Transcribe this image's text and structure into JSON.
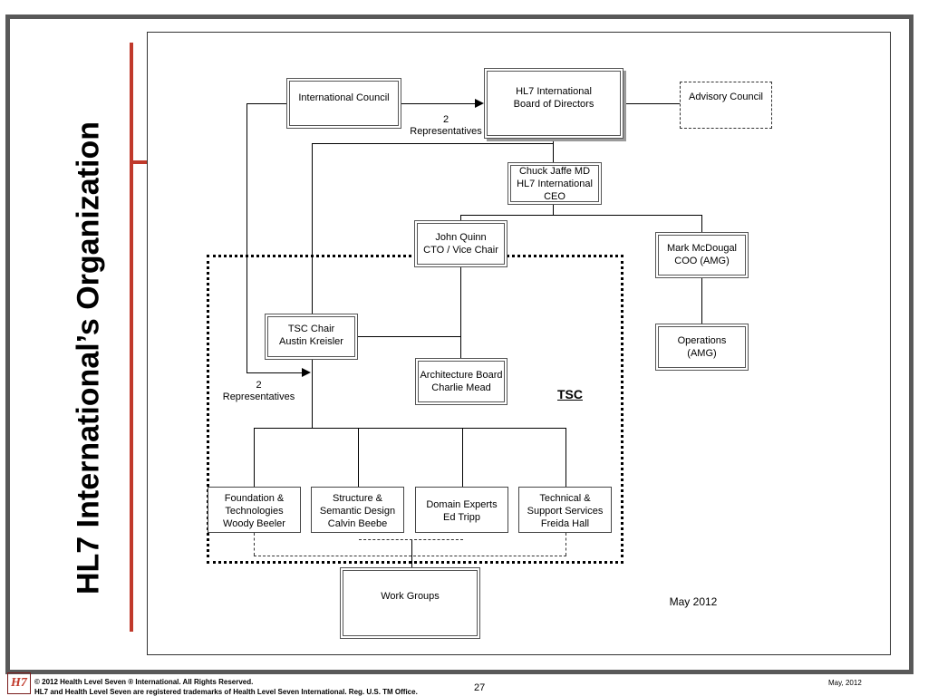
{
  "slide": {
    "title": "HL7 International’s Organization",
    "page_number": "27",
    "date_footer": "May, 2012",
    "chart_date": "May 2012",
    "accent_color": "#c0392b",
    "logo": {
      "name": "hl7-logo-icon",
      "text": "H7"
    }
  },
  "footer": {
    "line1": "© 2012 Health Level Seven ® International. All Rights Reserved.",
    "line2": "HL7 and Health Level Seven are registered trademarks of Health Level Seven International. Reg. U.S. TM Office."
  },
  "org": {
    "international_council": "International Council",
    "board": {
      "line1": "HL7 International",
      "line2": "Board of Directors"
    },
    "advisory_council": "Advisory Council",
    "representatives_top": {
      "count": "2",
      "label": "Representatives"
    },
    "ceo": {
      "line1": "Chuck Jaffe MD",
      "line2": "HL7 International",
      "line3": "CEO"
    },
    "cto": {
      "line1": "John Quinn",
      "line2": "CTO / Vice Chair"
    },
    "coo": {
      "line1": "Mark McDougal",
      "line2": "COO (AMG)"
    },
    "operations": {
      "line1": "Operations",
      "line2": "(AMG)"
    },
    "tsc_chair": {
      "line1": "TSC Chair",
      "line2": "Austin Kreisler"
    },
    "arch_board": {
      "line1": "Architecture Board",
      "line2": "Charlie Mead"
    },
    "representatives_left": {
      "count": "2",
      "label": "Representatives"
    },
    "tsc_label": "TSC",
    "foundation": {
      "line1": "Foundation &",
      "line2": "Technologies",
      "line3": "Woody Beeler"
    },
    "structure": {
      "line1": "Structure &",
      "line2": "Semantic Design",
      "line3": "Calvin Beebe"
    },
    "domain": {
      "line1": "Domain Experts",
      "line2": "Ed Tripp"
    },
    "technical": {
      "line1": "Technical &",
      "line2": "Support Services",
      "line3": "Freida Hall"
    },
    "work_groups": "Work Groups"
  }
}
